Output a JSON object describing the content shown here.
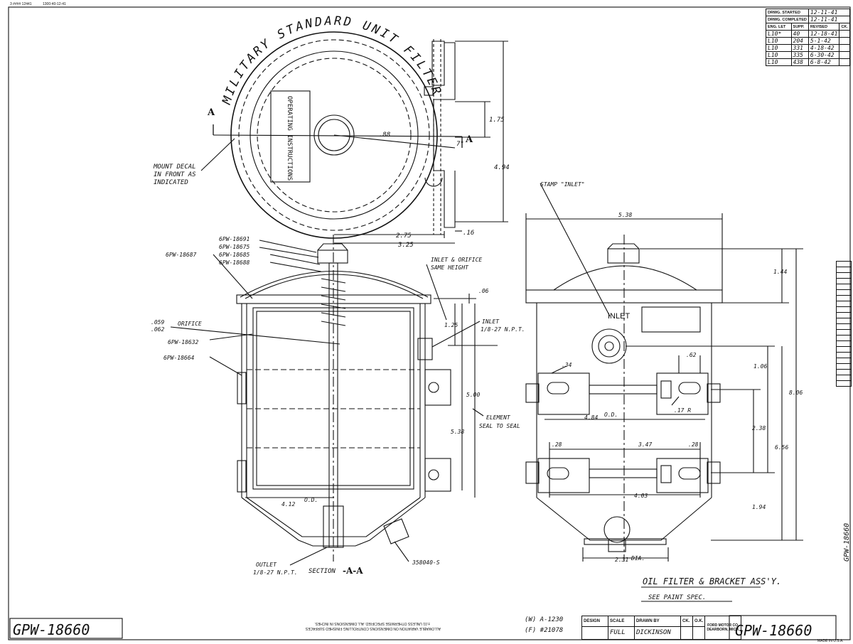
{
  "revision_block": {
    "drawing_started_label": "DRWG. STARTED",
    "drawing_started": "12-11-41",
    "drawing_completed_label": "DRWG. COMPLETED",
    "drawing_completed": "12-11-41",
    "headers": [
      "ENG. LET",
      "SUPP.",
      "REVISED",
      "CK."
    ],
    "rows": [
      [
        "L10*",
        "40",
        "12-18-41",
        ""
      ],
      [
        "L10",
        "204",
        "5-1-42",
        ""
      ],
      [
        "L10",
        "331",
        "4-18-42",
        ""
      ],
      [
        "L10",
        "335",
        "6-30-42",
        ""
      ],
      [
        "L10",
        "438",
        "6-8-42",
        ""
      ]
    ]
  },
  "top_view": {
    "ring_text": "MILITARY STANDARD UNIT FILTER",
    "decal_text": "OPERATING INSTRUCTIONS",
    "section_mark": "A",
    "mount_note": [
      "MOUNT DECAL",
      "IN FRONT AS",
      "INDICATED"
    ],
    "dims": {
      "d88": ".88",
      "d175": "1.75",
      "d494": "4.94",
      "d275": "2.75",
      "d325": "3.25",
      "d16": ".16",
      "angle": "7°"
    }
  },
  "section_view": {
    "parts": [
      "6PW-18691",
      "6PW-18675",
      "6PW-18685",
      "6PW-18688"
    ],
    "part_left": "6PW-18687",
    "orifice_label": "ORIFICE",
    "orifice_size": [
      ".059",
      ".062"
    ],
    "part_18632": "6PW-18632",
    "part_18664": "6PW-18664",
    "inlet_note": [
      "INLET & ORIFICE",
      "SAME HEIGHT"
    ],
    "inlet_thread": [
      "INLET",
      "1/8-27 N.P.T."
    ],
    "element_note": [
      "ELEMENT",
      "SEAL TO SEAL"
    ],
    "outlet": [
      "OUTLET",
      "1/8-27 N.P.T."
    ],
    "plug": "358040-S",
    "section_title": "SECTION",
    "section_letter": "-A-A",
    "dims": {
      "d06": ".06",
      "d125": "1.25",
      "d500": "5.00",
      "d538": "5.38",
      "d412": "4.12",
      "od": "O.D."
    }
  },
  "side_view": {
    "stamp_note": "STAMP \"INLET\"",
    "stamp_text": "INLET",
    "dims": {
      "d538": "5.38",
      "d144": "1.44",
      "d806": "8.06",
      "d34": ".34",
      "d62": ".62",
      "d106": "1.06",
      "d17": ".17 R",
      "d484": "4.84",
      "od": "O.D.",
      "d238": "2.38",
      "d28a": ".28",
      "d347": "3.47",
      "d28b": ".28",
      "d656": "6.56",
      "d403": "4.03",
      "d194": "1.94",
      "d231": "2.31",
      "dia": "DIA."
    }
  },
  "notes": {
    "assembly_title": "OIL FILTER & BRACKET ASS'Y.",
    "paint": "SEE PAINT SPEC.",
    "tolerance_line1": "ALLOWABLE VARIATION ON DIMENSIONS CONTROLLING FINISHED SURFACES",
    "tolerance_line2": "±.01 UNLESS OTHERWISE SPECIFIED. ALL DIMENSIONS IN INCHES.",
    "ref1": "(W) A-1230",
    "ref2": "(F) #21078",
    "made_in": "MADE IN U.S.A.",
    "side_tag": "GPW-18660"
  },
  "title_block": {
    "headers": [
      "DESIGN",
      "SCALE",
      "DRAWN BY",
      "CK.",
      "O.K."
    ],
    "values": [
      "",
      "FULL",
      "DICKINSON",
      "",
      ""
    ],
    "company": "FORD MOTOR CO.",
    "location": "DEARBORN, MICH.",
    "drawing_number": "GPW-18660"
  },
  "corner_number": "GPW-18660",
  "margin_marks": [
    "3 #### 12441",
    "1300-40-12-41"
  ]
}
